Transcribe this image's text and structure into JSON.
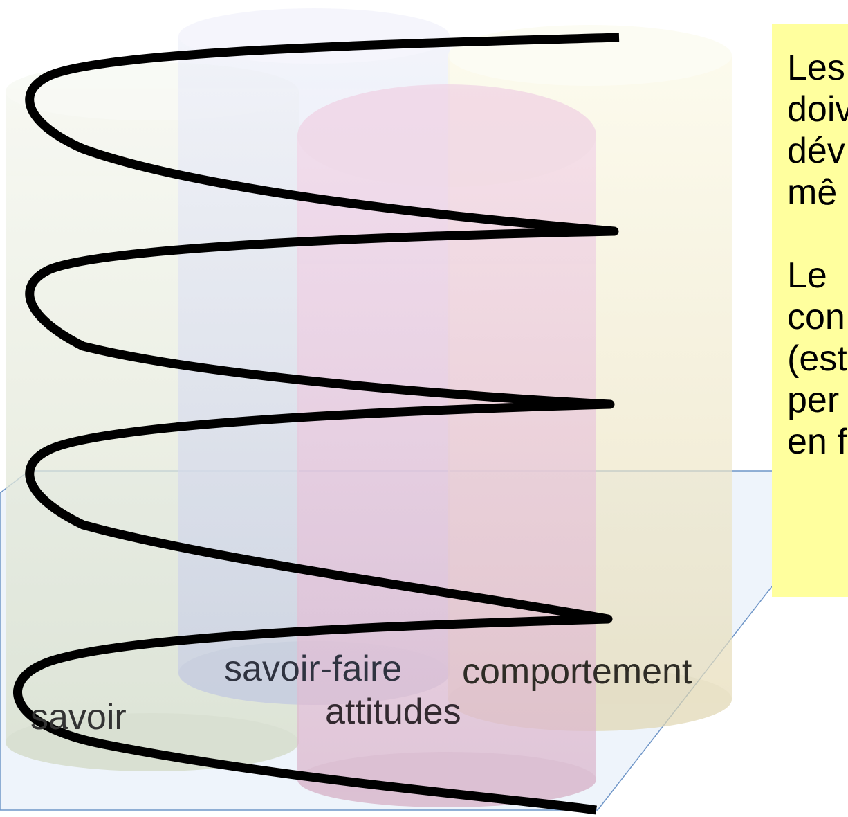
{
  "diagram": {
    "labels": {
      "savoir": "savoir",
      "savoir_faire": "savoir-faire",
      "comportement": "comportement",
      "attitudes": "attitudes"
    },
    "colors": {
      "savoir_cylinder": "#dfe6d4",
      "savoir_faire_cylinder": "#d7dcee",
      "attitudes_cylinder": "#e5b9d3",
      "comportement_cylinder": "#efe9c3",
      "spiral": "#000000",
      "floor_plane": "#eef4fb",
      "floor_edge": "#6f96c8"
    }
  },
  "note": {
    "background": "#ffff9e",
    "lines_top": [
      "Les",
      "doiv",
      "dév",
      "mê"
    ],
    "lines_bottom": [
      "Le",
      "con",
      "(est",
      "per",
      "en f"
    ]
  }
}
